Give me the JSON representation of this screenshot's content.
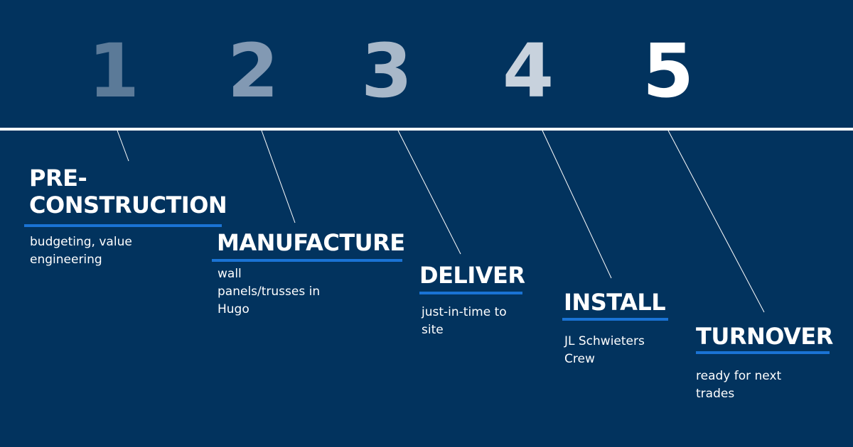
{
  "steps": [
    {
      "number": "1",
      "title_line1": "PRE-",
      "title_line2": "CONSTRUCTION",
      "description": "budgeting, value engineering",
      "number_color": "#5b7a98"
    },
    {
      "number": "2",
      "title": "MANUFACTURE",
      "description": "wall panels/trusses in Hugo",
      "number_color": "#8299b3"
    },
    {
      "number": "3",
      "title": "DELIVER",
      "description": "just-in-time to site",
      "number_color": "#a8b8c9"
    },
    {
      "number": "4",
      "title": "INSTALL",
      "description": "JL Schwieters Crew",
      "number_color": "#c8d2dd"
    },
    {
      "number": "5",
      "title": "TURNOVER",
      "description": "ready for next trades",
      "number_color": "#ffffff"
    }
  ],
  "colors": {
    "background": "#02335e",
    "accent": "#1a73d4",
    "line": "#ffffff"
  }
}
